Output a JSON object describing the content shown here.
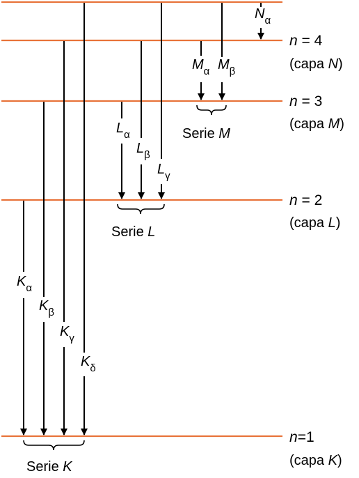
{
  "levels": [
    {
      "n_label": "n = 4",
      "shell": "(capa N)"
    },
    {
      "n_label": "n = 3",
      "shell": "(capa M)"
    },
    {
      "n_label": "n = 2",
      "shell": "(capa L)"
    },
    {
      "n_label": "n=1",
      "shell": "(capa K)"
    }
  ],
  "level_text": {
    "n4": {
      "n": "n",
      "eq": " = 4",
      "capa": "(capa ",
      "letter": "N",
      "close": ")"
    },
    "n3": {
      "n": "n",
      "eq": " = 3",
      "capa": "(capa ",
      "letter": "M",
      "close": ")"
    },
    "n2": {
      "n": "n",
      "eq": " = 2",
      "capa": "(capa ",
      "letter": "L",
      "close": ")"
    },
    "n1": {
      "n": "n",
      "eq": "=1",
      "capa": "(capa ",
      "letter": "K",
      "close": ")"
    }
  },
  "transitions": {
    "N_alpha": {
      "letter": "N",
      "sub": "α"
    },
    "M_alpha": {
      "letter": "M",
      "sub": "α"
    },
    "M_beta": {
      "letter": "M",
      "sub": "β"
    },
    "L_alpha": {
      "letter": "L",
      "sub": "α"
    },
    "L_beta": {
      "letter": "L",
      "sub": "β"
    },
    "L_gamma": {
      "letter": "L",
      "sub": "γ"
    },
    "K_alpha": {
      "letter": "K",
      "sub": "α"
    },
    "K_beta": {
      "letter": "K",
      "sub": "β"
    },
    "K_gamma": {
      "letter": "K",
      "sub": "γ"
    },
    "K_delta": {
      "letter": "K",
      "sub": "δ"
    }
  },
  "series": {
    "M": {
      "word": "Serie ",
      "letter": "M"
    },
    "L": {
      "word": "Serie ",
      "letter": "L"
    },
    "K": {
      "word": "Serie ",
      "letter": "K"
    }
  },
  "colors": {
    "level_line": "#e8733a",
    "arrow": "#000000"
  }
}
